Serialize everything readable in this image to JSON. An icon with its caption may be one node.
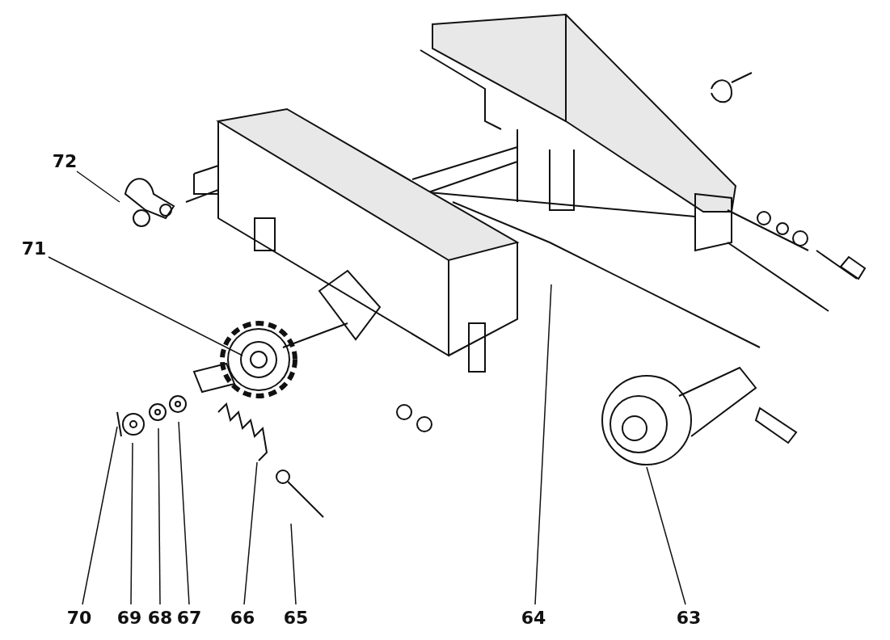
{
  "diagram": {
    "nodes": [
      {
        "text": [
          "72"
        ]
      },
      {
        "text": [
          "71"
        ]
      },
      {
        "text": [
          "70"
        ]
      },
      {
        "text": [
          "69"
        ]
      },
      {
        "text": [
          "68"
        ]
      },
      {
        "text": [
          "67"
        ]
      },
      {
        "text": [
          "66"
        ]
      },
      {
        "text": [
          "65"
        ]
      },
      {
        "text": [
          "64"
        ]
      },
      {
        "text": [
          "63"
        ]
      }
    ],
    "edges": [
      {
        "from": 0,
        "to": null,
        "arrow": "none"
      },
      {
        "from": 1,
        "to": null,
        "arrow": "none"
      },
      {
        "from": 2,
        "to": null,
        "arrow": "none"
      },
      {
        "from": 3,
        "to": null,
        "arrow": "none"
      },
      {
        "from": 4,
        "to": null,
        "arrow": "none"
      },
      {
        "from": 5,
        "to": null,
        "arrow": "none"
      },
      {
        "from": 6,
        "to": null,
        "arrow": "none"
      },
      {
        "from": 7,
        "to": null,
        "arrow": "none"
      },
      {
        "from": 8,
        "to": null,
        "arrow": "none"
      },
      {
        "from": 9,
        "to": null,
        "arrow": "none"
      }
    ]
  }
}
